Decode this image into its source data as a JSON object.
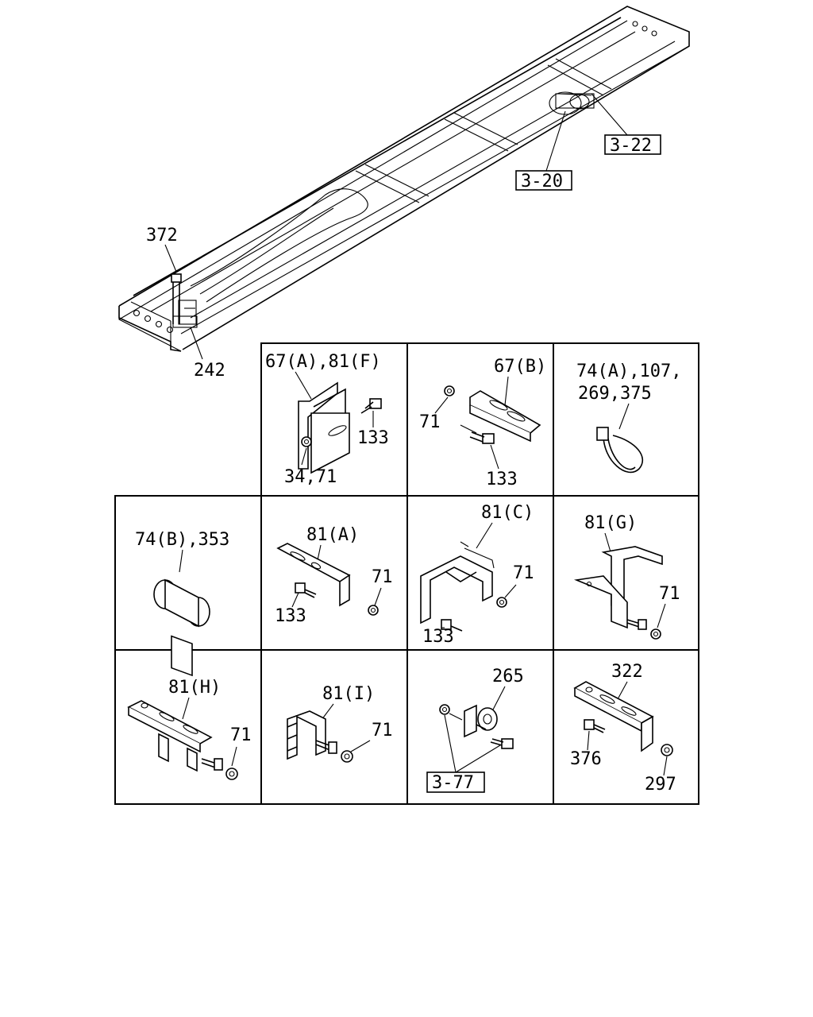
{
  "frame_callouts": {
    "ref_3_22": "3-22",
    "ref_3_20": "3-20",
    "bolt_372": "372",
    "bracket_242": "242"
  },
  "panels": [
    {
      "id": "p1",
      "labels": [
        "67(A),81(F)",
        "133",
        "34,71"
      ]
    },
    {
      "id": "p2",
      "labels": [
        "67(B)",
        "71",
        "133"
      ]
    },
    {
      "id": "p3",
      "labels": [
        "74(A),107,",
        "269,375"
      ]
    },
    {
      "id": "p4",
      "labels": [
        "74(B),353"
      ]
    },
    {
      "id": "p5",
      "labels": [
        "81(A)",
        "71",
        "133"
      ]
    },
    {
      "id": "p6",
      "labels": [
        "81(C)",
        "71",
        "133"
      ]
    },
    {
      "id": "p7",
      "labels": [
        "81(G)",
        "71"
      ]
    },
    {
      "id": "p8",
      "labels": [
        "81(H)",
        "71"
      ]
    },
    {
      "id": "p9",
      "labels": [
        "81(I)",
        "71"
      ]
    },
    {
      "id": "p10",
      "labels": [
        "265",
        "3-77"
      ]
    },
    {
      "id": "p11",
      "labels": [
        "322",
        "376",
        "297"
      ]
    }
  ]
}
